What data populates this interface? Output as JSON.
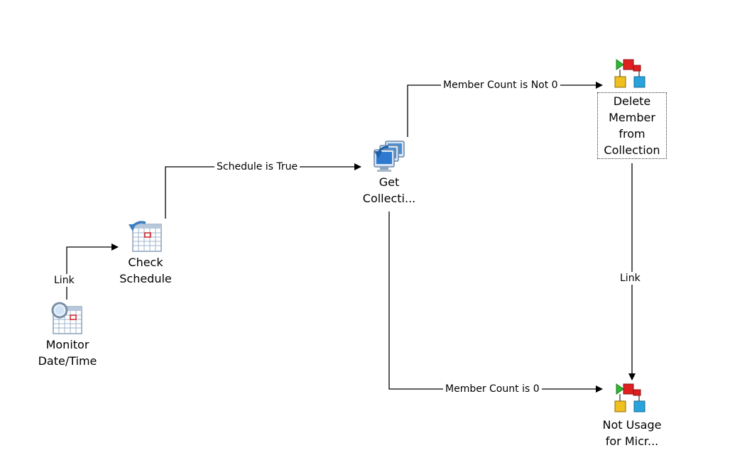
{
  "activities": {
    "monitor": {
      "label": "Monitor\nDate/Time",
      "icon": "calendar-magnifier-icon"
    },
    "check": {
      "label": "Check\nSchedule",
      "icon": "calendar-check-icon"
    },
    "get": {
      "label": "Get\nCollecti...",
      "icon": "computers-icon"
    },
    "delete": {
      "label": "Delete\nMember\nfrom\nCollection",
      "icon": "workflow-blocks-icon"
    },
    "not_usage": {
      "label": "Not Usage\nfor  Micr...",
      "icon": "workflow-blocks-icon"
    }
  },
  "links": {
    "monitor_check": "Link",
    "check_get": "Schedule is True",
    "get_delete": "Member Count is Not 0",
    "get_not_usage": "Member Count is 0",
    "delete_not_usage": "Link"
  },
  "colors": {
    "line": "#000000",
    "icon_blue": "#3d7fc1",
    "icon_green": "#2eb82e",
    "icon_red": "#e02020",
    "icon_yellow": "#f0c020",
    "icon_cyan": "#29a3dc"
  }
}
